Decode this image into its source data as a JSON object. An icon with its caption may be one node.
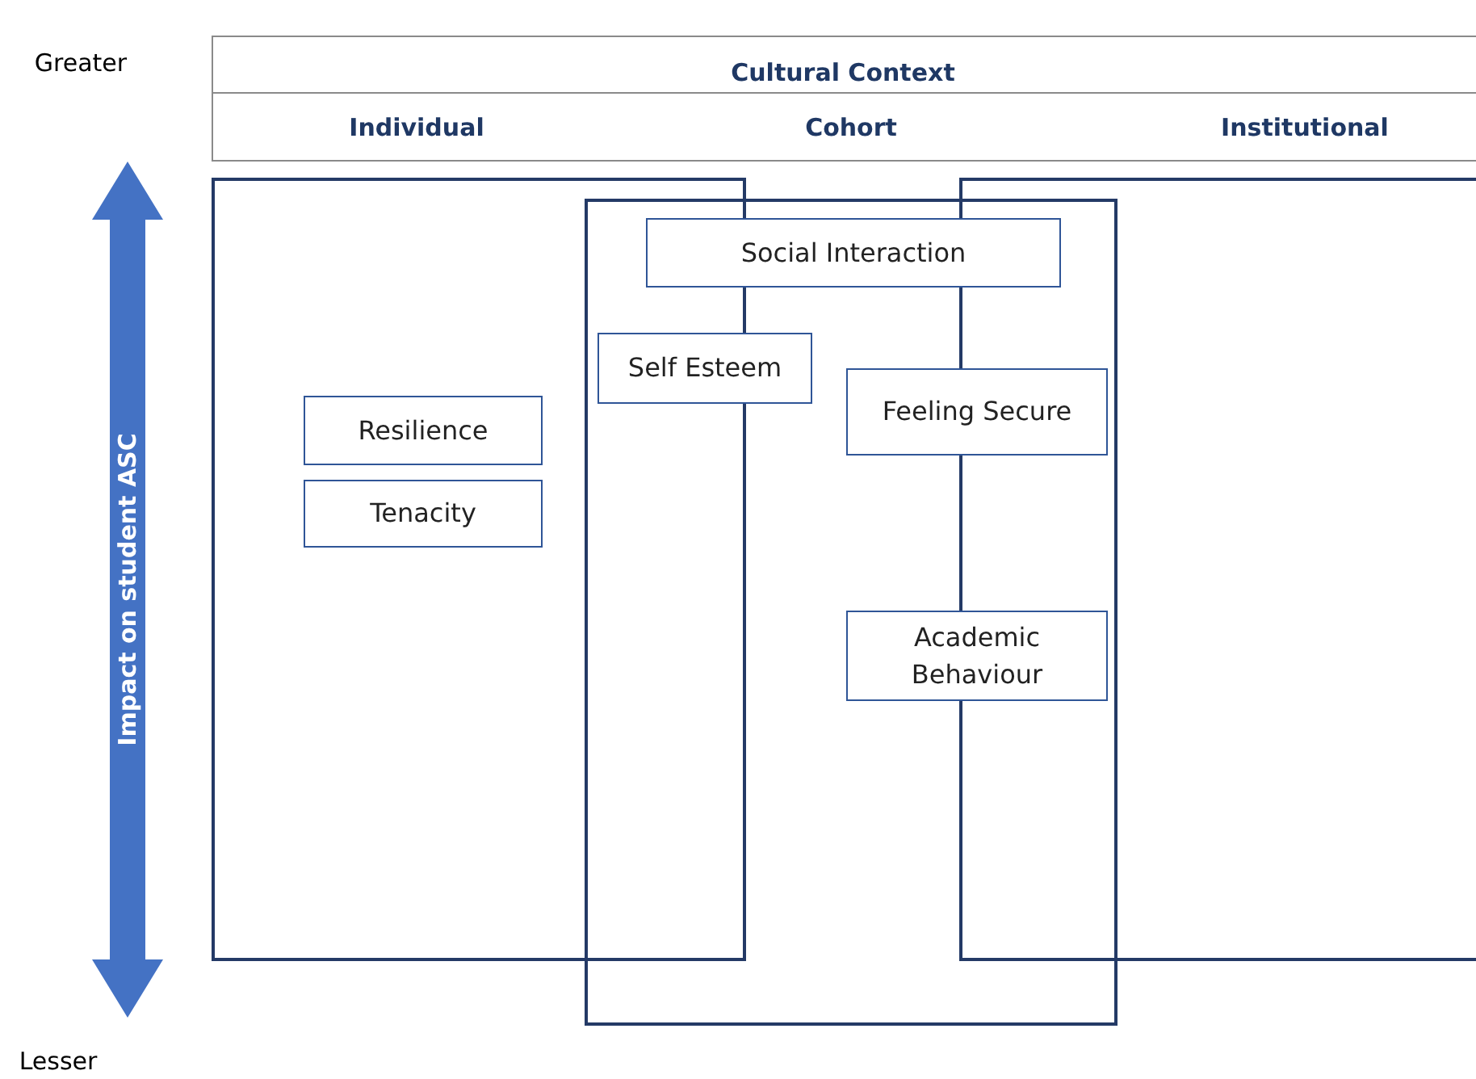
{
  "diagram": {
    "nodes": [
      {
        "text": [],
        "shape": "box"
      },
      {
        "text": [],
        "shape": "box"
      },
      {
        "text": [],
        "shape": "box"
      },
      {
        "text": [
          "Social Interaction"
        ],
        "in": 1
      },
      {
        "text": [
          "Self Esteem"
        ],
        "in": 1
      },
      {
        "text": [
          "Feeling Secure"
        ],
        "in": 1
      },
      {
        "text": [
          "Resilience"
        ],
        "in": 0
      },
      {
        "text": [
          "Tenacity"
        ],
        "in": 0
      },
      {
        "text": [
          "Academic Behaviour"
        ],
        "in": 1
      }
    ],
    "labels": [
      "Cultural Context",
      "Greater",
      "Individual",
      "Cohort",
      "Institutional",
      "Impact on student ASC",
      "Lesser"
    ]
  }
}
